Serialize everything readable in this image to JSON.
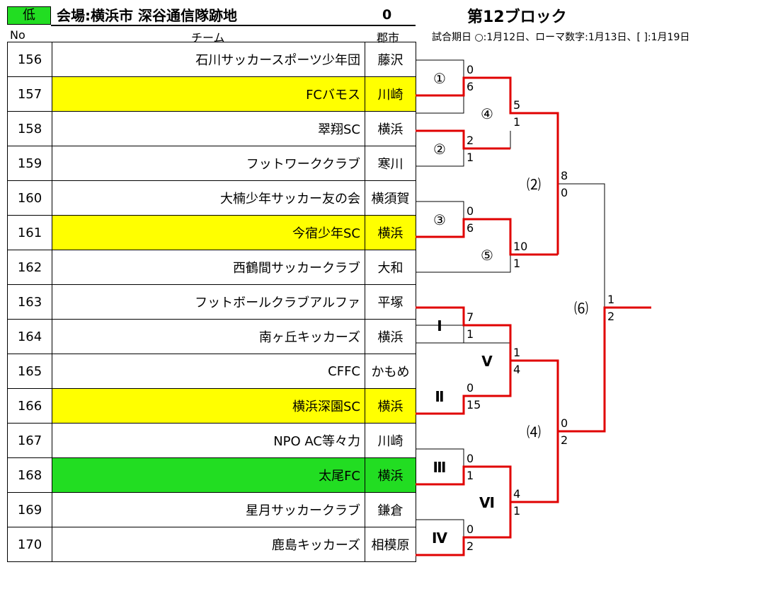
{
  "header": {
    "level": "低",
    "venue": "会場:横浜市 深谷通信隊跡地",
    "zero": "0",
    "block": "第12ブロック",
    "col_no": "No",
    "col_team": "チーム",
    "col_city": "郡市",
    "schedule": "試合期日 ○:1月12日、ローマ数字:1月13日、[ ]:1月19日"
  },
  "teams": [
    {
      "no": "156",
      "name": "石川サッカースポーツ少年団",
      "city": "藤沢"
    },
    {
      "no": "157",
      "name": "FCバモス",
      "city": "川崎"
    },
    {
      "no": "158",
      "name": "翠翔SC",
      "city": "横浜"
    },
    {
      "no": "159",
      "name": "フットワーククラブ",
      "city": "寒川"
    },
    {
      "no": "160",
      "name": "大楠少年サッカー友の会",
      "city": "横須賀"
    },
    {
      "no": "161",
      "name": "今宿少年SC",
      "city": "横浜"
    },
    {
      "no": "162",
      "name": "西鶴間サッカークラブ",
      "city": "大和"
    },
    {
      "no": "163",
      "name": "フットボールクラブアルファ",
      "city": "平塚"
    },
    {
      "no": "164",
      "name": "南ヶ丘キッカーズ",
      "city": "横浜"
    },
    {
      "no": "165",
      "name": "CFFC",
      "city": "かもめ"
    },
    {
      "no": "166",
      "name": "横浜深園SC",
      "city": "横浜"
    },
    {
      "no": "167",
      "name": "NPO AC等々力",
      "city": "川崎"
    },
    {
      "no": "168",
      "name": "太尾FC",
      "city": "横浜"
    },
    {
      "no": "169",
      "name": "星月サッカークラブ",
      "city": "鎌倉"
    },
    {
      "no": "170",
      "name": "鹿島キッカーズ",
      "city": "相模原"
    }
  ],
  "bracket": {
    "match_labels": {
      "m1": "①",
      "m2": "②",
      "m3": "③",
      "m4": "④",
      "m5": "⑤",
      "mI": "Ⅰ",
      "mII": "Ⅱ",
      "mIII": "Ⅲ",
      "mIV": "Ⅳ",
      "mV": "Ⅴ",
      "mVI": "Ⅵ",
      "r2": "⑵",
      "r4": "⑷",
      "r6": "⑹"
    },
    "scores": {
      "m1_a": "0",
      "m1_b": "6",
      "m2_a": "2",
      "m2_b": "1",
      "m3_a": "0",
      "m3_b": "6",
      "m4_a": "5",
      "m4_b": "1",
      "m5_a": "10",
      "m5_b": "1",
      "r2_a": "8",
      "r2_b": "0",
      "mI_a": "7",
      "mI_b": "1",
      "mII_a": "0",
      "mII_b": "15",
      "mIII_a": "0",
      "mIII_b": "1",
      "mIV_a": "0",
      "mIV_b": "2",
      "mV_a": "1",
      "mV_b": "4",
      "mVI_a": "4",
      "mVI_b": "1",
      "r4_a": "0",
      "r4_b": "2",
      "r6_a": "1",
      "r6_b": "2"
    }
  },
  "colors": {
    "yellow": "#ffff00",
    "green": "#22dd22",
    "winner_line": "#e00000"
  }
}
